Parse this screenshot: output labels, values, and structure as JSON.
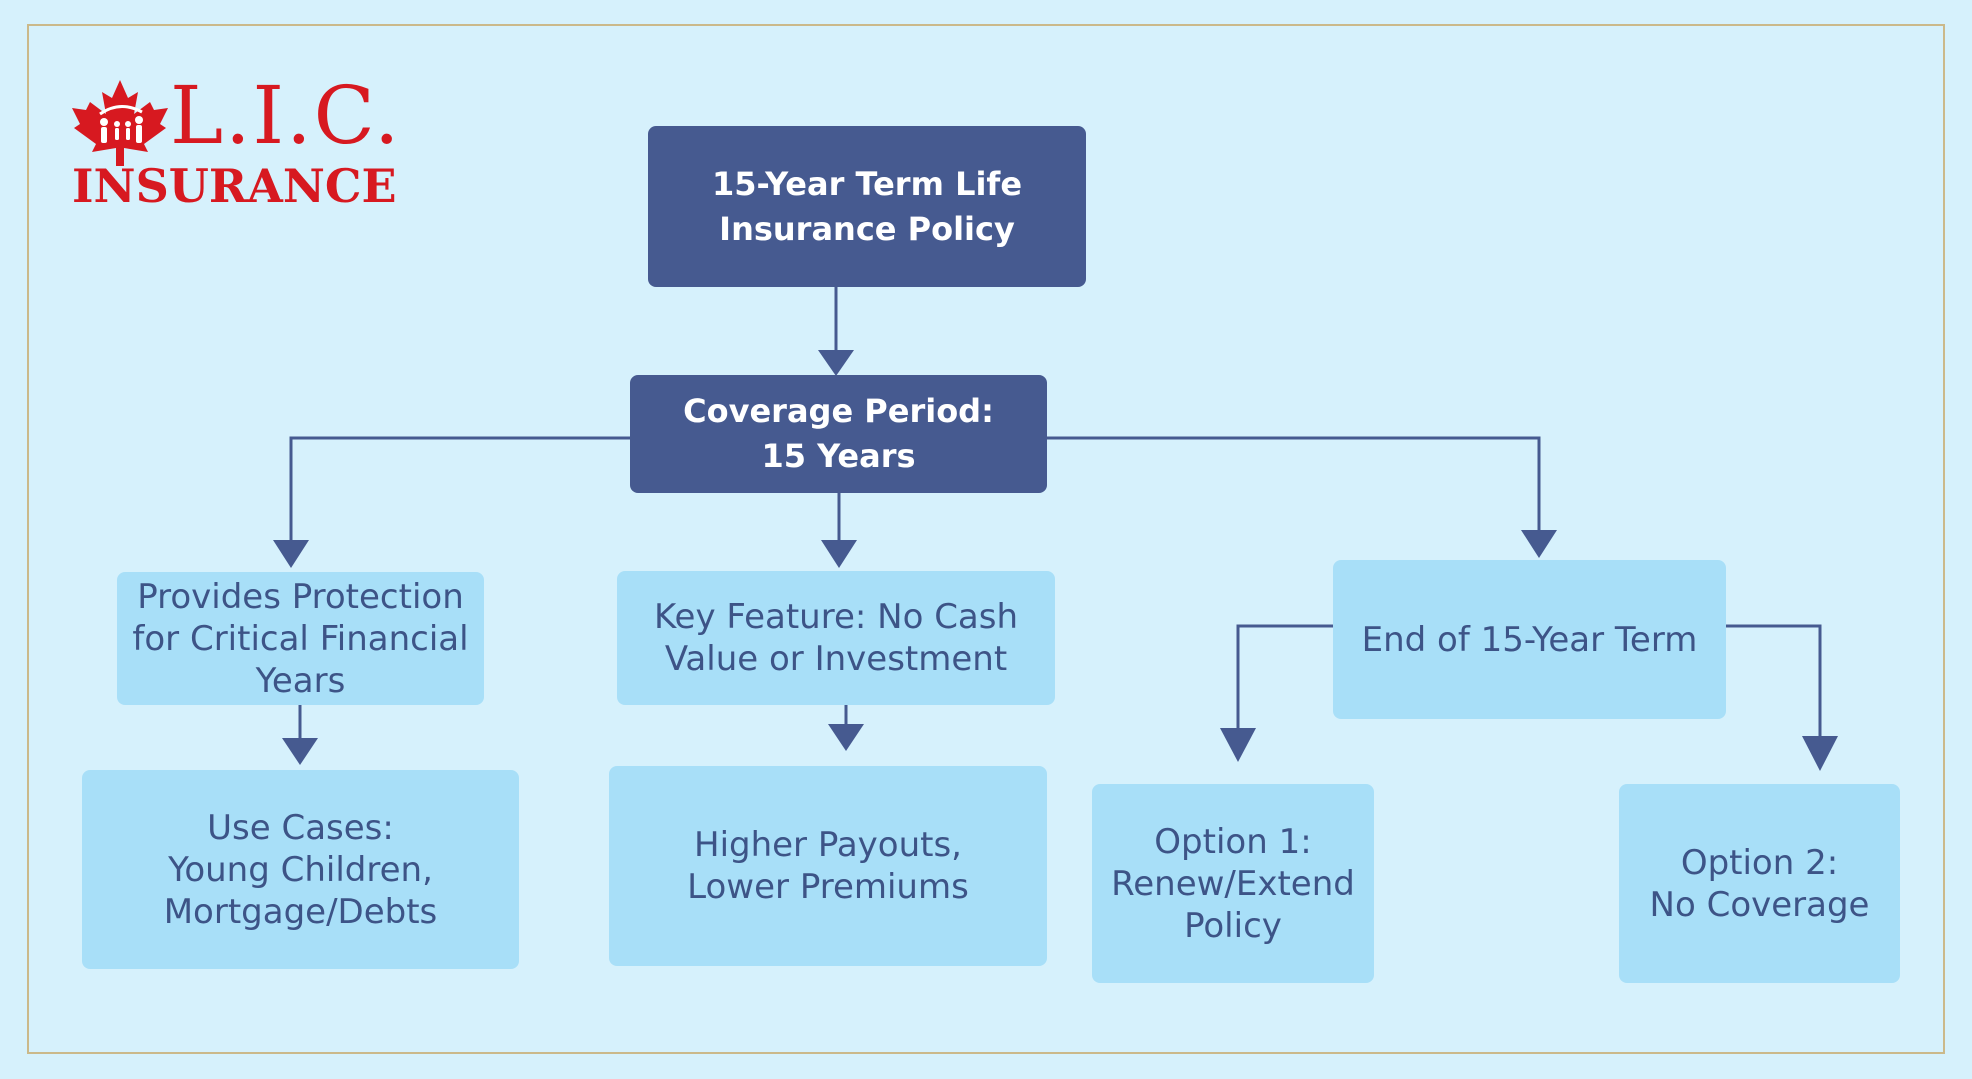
{
  "logo": {
    "name": "L.I.C.",
    "tagline": "INSURANCE",
    "color": "#d71920"
  },
  "diagram": {
    "root": "15-Year Term Life\nInsurance Policy",
    "coverage": "Coverage Period:\n15 Years",
    "protection": "Provides Protection\nfor Critical Financial\nYears",
    "key_feature": "Key Feature: No Cash\nValue or Investment",
    "end_term": "End of 15-Year Term",
    "use_cases": "Use Cases:\nYoung Children,\nMortgage/Debts",
    "payouts": "Higher Payouts,\nLower Premiums",
    "option1": "Option 1:\nRenew/Extend\nPolicy",
    "option2": "Option 2:\nNo Coverage"
  },
  "colors": {
    "background": "#d6f1fc",
    "dark_box": "#465a90",
    "light_box": "#a8dff8",
    "connector": "#465a90",
    "frame": "#cbb98a"
  }
}
